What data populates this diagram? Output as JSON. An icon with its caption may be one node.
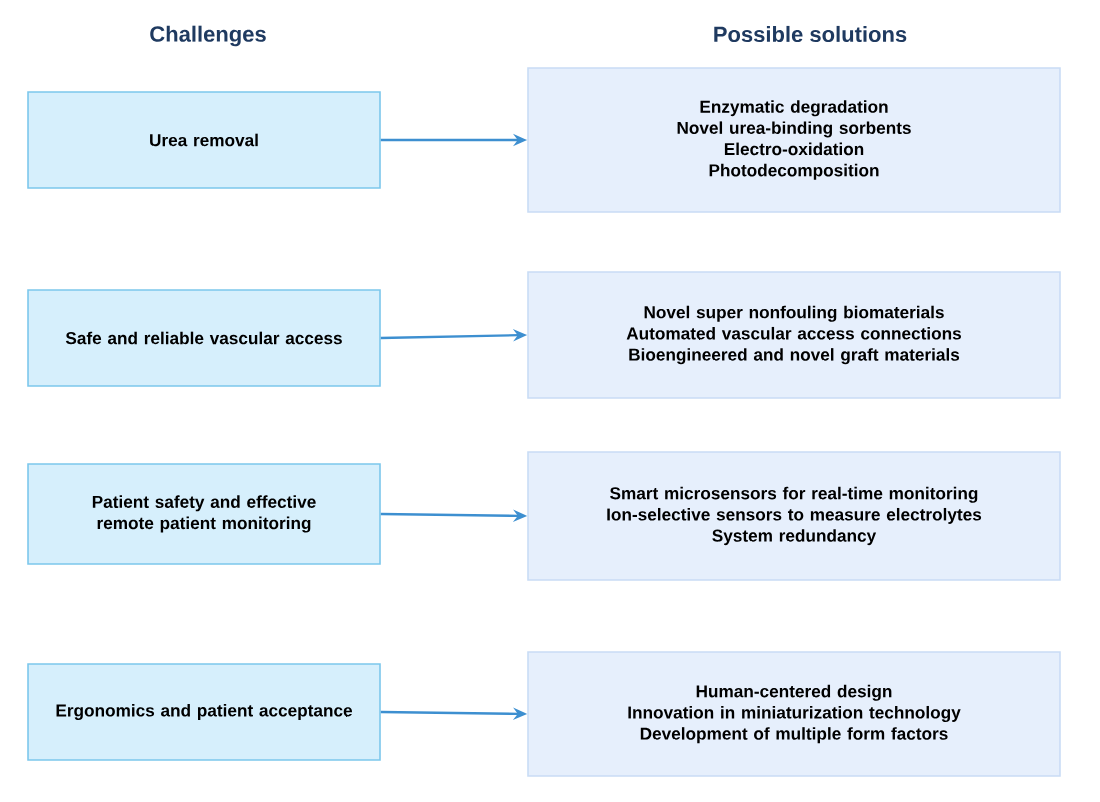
{
  "diagram": {
    "nodes": [
      {
        "text": [
          "Urea removal"
        ]
      },
      {
        "text": [
          "Enzymatic degradation",
          "Novel urea-binding sorbents",
          "Electro-oxidation",
          "Photodecomposition"
        ]
      },
      {
        "text": [
          "Safe and reliable vascular access"
        ]
      },
      {
        "text": [
          "Novel super nonfouling biomaterials",
          "Automated vascular access connections",
          "Bioengineered and novel graft materials"
        ]
      },
      {
        "text": [
          "Patient safety and effective remote patient monitoring"
        ]
      },
      {
        "text": [
          "Smart microsensors for real-time monitoring",
          "Ion-selective sensors to measure electrolytes",
          "System redundancy"
        ]
      },
      {
        "text": [
          "Ergonomics and patient acceptance"
        ]
      },
      {
        "text": [
          "Human-centered design",
          "Innovation in miniaturization technology",
          "Development of multiple form factors"
        ]
      }
    ],
    "edges": [
      {
        "from": 0,
        "to": 1,
        "arrow": "to"
      },
      {
        "from": 2,
        "to": 3,
        "arrow": "to"
      },
      {
        "from": 4,
        "to": 5,
        "arrow": "to"
      },
      {
        "from": 6,
        "to": 7,
        "arrow": "to"
      }
    ],
    "labels": [
      "Challenges",
      "Possible solutions"
    ]
  }
}
